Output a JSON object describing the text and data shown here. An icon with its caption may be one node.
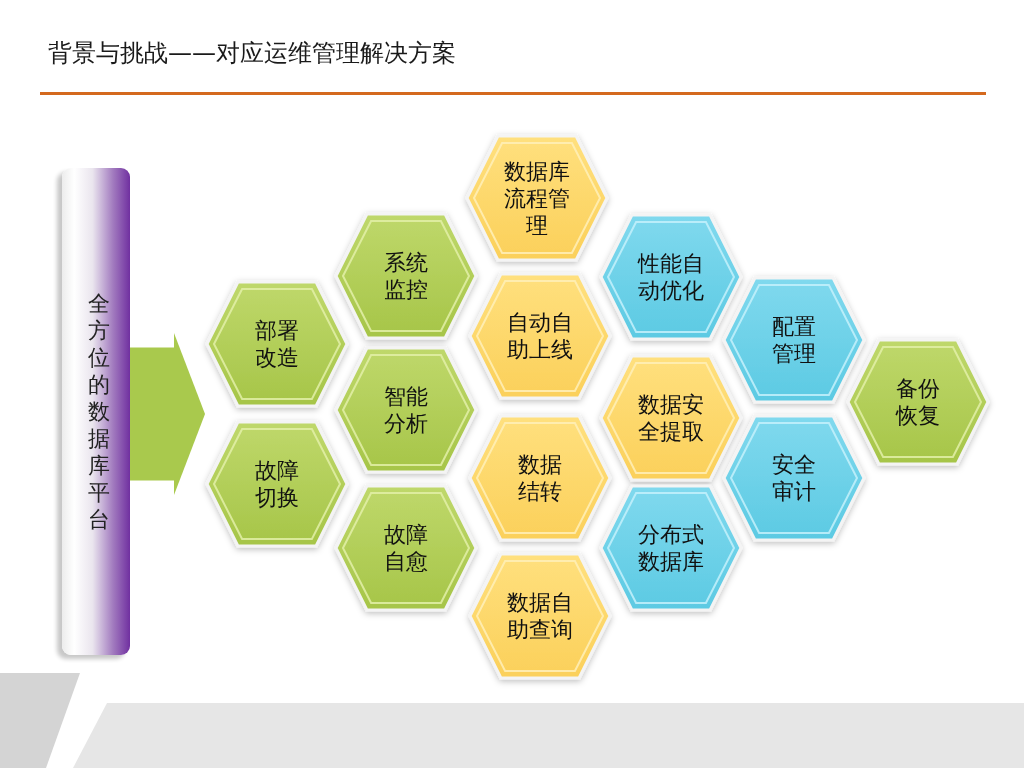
{
  "diagram": {
    "title": "背景与挑战——对应运维管理解决方案",
    "nodes": [
      {
        "text": [
          "全方位的数据库平台"
        ]
      },
      {
        "text": [
          "部署改造"
        ]
      },
      {
        "text": [
          "故障切换"
        ]
      },
      {
        "text": [
          "系统监控"
        ]
      },
      {
        "text": [
          "智能分析"
        ]
      },
      {
        "text": [
          "故障自愈"
        ]
      },
      {
        "text": [
          "数据库流程管理"
        ]
      },
      {
        "text": [
          "自动自助上线"
        ]
      },
      {
        "text": [
          "数据结转"
        ]
      },
      {
        "text": [
          "数据自助查询"
        ]
      },
      {
        "text": [
          "性能自动优化"
        ]
      },
      {
        "text": [
          "数据安全提取"
        ]
      },
      {
        "text": [
          "分布式数据库"
        ]
      },
      {
        "text": [
          "配置管理"
        ]
      },
      {
        "text": [
          "安全审计"
        ]
      },
      {
        "text": [
          "备份恢复"
        ]
      }
    ],
    "edges": [
      {
        "from": 0,
        "to": 1,
        "arrow": "to"
      },
      {
        "from": 0,
        "to": 2,
        "arrow": "to"
      }
    ]
  }
}
